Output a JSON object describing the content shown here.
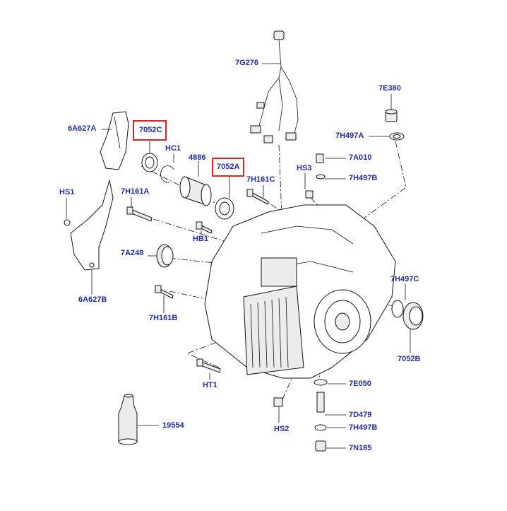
{
  "diagram": {
    "highlight_color": "#e02020",
    "label_color": "#1f2d9a",
    "highlighted_labels": [
      "7052C",
      "7052A"
    ],
    "labels": {
      "l7G276": "7G276",
      "l7E380": "7E380",
      "l6A627A": "6A627A",
      "l7052C": "7052C",
      "lHC1": "HC1",
      "l4886": "4886",
      "l7052A": "7052A",
      "l7H497A": "7H497A",
      "l7A010": "7A010",
      "lHS3": "HS3",
      "l7H497B_top": "7H497B",
      "lHS1": "HS1",
      "l7H161A": "7H161A",
      "l7H161C": "7H161C",
      "lHB1": "HB1",
      "l7A248": "7A248",
      "l6A627B": "6A627B",
      "l7H161B": "7H161B",
      "l7H497C": "7H497C",
      "l7052B": "7052B",
      "lHT1": "HT1",
      "l7E050": "7E050",
      "l7D479": "7D479",
      "l7H497B_bottom": "7H497B",
      "l7N185": "7N185",
      "lHS2": "HS2",
      "l19554": "19554"
    }
  }
}
